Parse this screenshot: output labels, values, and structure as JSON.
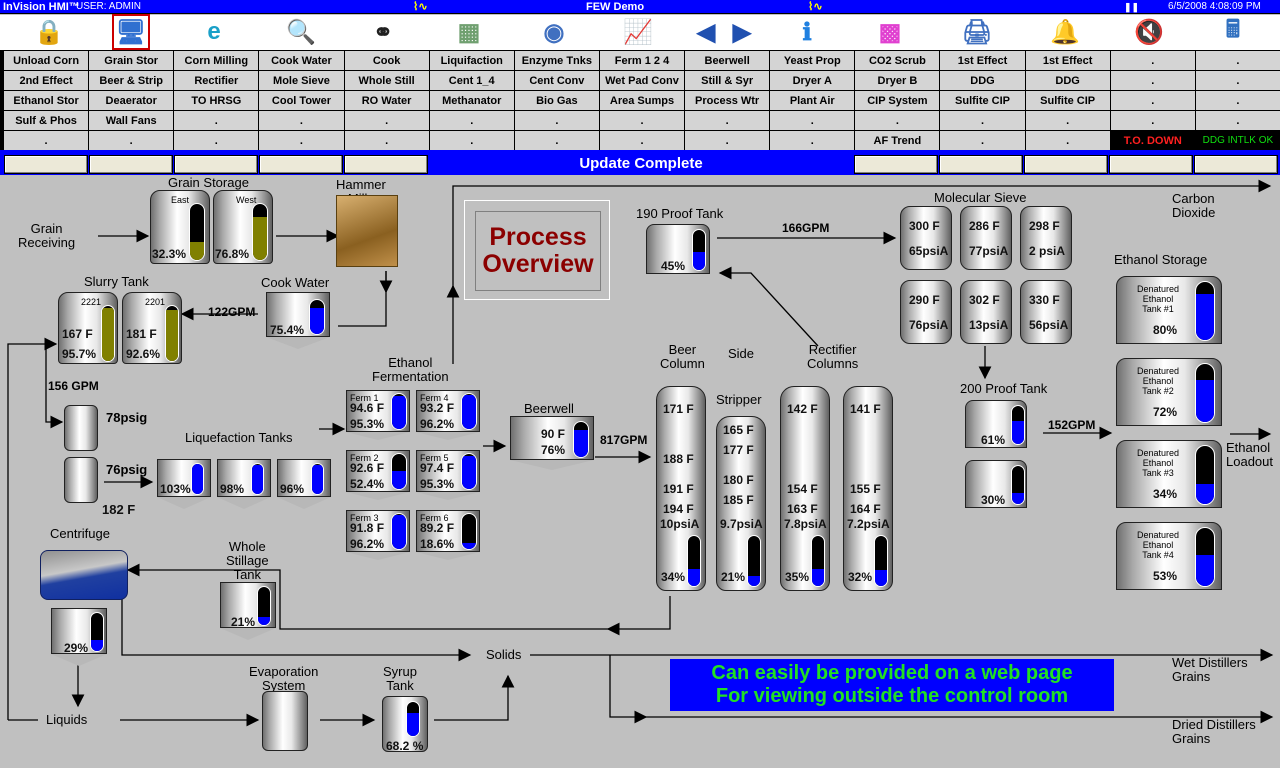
{
  "titlebar": {
    "app": "InVision HMI™",
    "user": "USER:  ADMIN",
    "title": "FEW Demo",
    "datetime": "6/5/2008 4:08:09 PM",
    "pause_icon": "pause-icon"
  },
  "toolbar_icons": [
    "lock-icon",
    "workstation-icon",
    "ie-browser-icon",
    "search-document-icon",
    "binoculars-icon",
    "window-grid-icon",
    "gauges-icon",
    "trend-chart-icon",
    "back-arrow-icon",
    "forward-arrow-icon",
    "info-icon",
    "color-grid-icon",
    "printer-icon",
    "alarm-bell-icon",
    "mute-sound-icon",
    "calculator-icon"
  ],
  "nav_grid": [
    [
      "Unload Corn",
      "Grain Stor",
      "Corn Milling",
      "Cook Water",
      "Cook",
      "Liquifaction",
      "Enzyme Tnks",
      "Ferm 1 2 4",
      "Beerwell",
      "Yeast Prop",
      "CO2 Scrub",
      "1st Effect",
      "1st Effect",
      ".",
      "."
    ],
    [
      "2nd Effect",
      "Beer & Strip",
      "Rectifier",
      "Mole Sieve",
      "Whole Still",
      "Cent 1_4",
      "Cent Conv",
      "Wet Pad Conv",
      "Still & Syr",
      "Dryer A",
      "Dryer B",
      "DDG",
      "DDG",
      ".",
      "."
    ],
    [
      "Ethanol Stor",
      "Deaerator",
      "TO HRSG",
      "Cool Tower",
      "RO Water",
      "Methanator",
      "Bio Gas",
      "Area Sumps",
      "Process Wtr",
      "Plant Air",
      "CIP System",
      "Sulfite CIP",
      "Sulfite CIP",
      ".",
      "."
    ],
    [
      "Sulf & Phos",
      "Wall Fans",
      ".",
      ".",
      ".",
      ".",
      ".",
      ".",
      ".",
      ".",
      ".",
      ".",
      ".",
      ".",
      "."
    ],
    [
      ".",
      ".",
      ".",
      ".",
      ".",
      ".",
      ".",
      ".",
      ".",
      ".",
      "AF Trend",
      ".",
      ".",
      "T.O. DOWN",
      "DDG INTLK OK"
    ]
  ],
  "status": {
    "message": "Update Complete"
  },
  "colors": {
    "accent": "#0000ff",
    "level_blue": "#0000ff",
    "level_olive": "#808000",
    "temp_teal": "#004a4a",
    "title_red": "#8b0000",
    "banner_text": "#22e022"
  },
  "process": {
    "title_line1": "Process",
    "title_line2": "Overview",
    "labels": {
      "grain_receiving": "Grain\nReceiving",
      "grain_storage": "Grain Storage",
      "hammer_mills": "Hammer\nMills",
      "slurry_tank": "Slurry Tank",
      "cook_water": "Cook Water",
      "ethanol_fermentation": "Ethanol\nFermentation",
      "liquefaction_tanks": "Liquefaction Tanks",
      "centrifuge": "Centrifuge",
      "whole_stillage": "Whole\nStillage\nTank",
      "beerwell": "Beerwell",
      "beer_column": "Beer\nColumn",
      "side": "Side",
      "stripper": "Stripper",
      "rectifier_columns": "Rectifier\nColumns",
      "proof190": "190 Proof Tank",
      "mol_sieve": "Molecular Sieve",
      "carbon_dioxide": "Carbon\nDioxide",
      "ethanol_storage": "Ethanol Storage",
      "proof200": "200 Proof Tank",
      "ethanol_loadout": "Ethanol\nLoadout",
      "evaporation": "Evaporation\nSystem",
      "syrup_tank": "Syrup\nTank",
      "solids": "Solids",
      "liquids": "Liquids",
      "wdg": "Wet Distillers\nGrains",
      "ddg": "Dried Distillers\nGrains"
    },
    "flows": {
      "cook_to_slurry": "122GPM",
      "slurry_out": "156 GPM",
      "beerwell_out": "817GPM",
      "proof190_out": "166GPM",
      "proof200_out": "152GPM"
    },
    "grain_storage": [
      {
        "name": "East",
        "level": 32.3,
        "text": "32.3%"
      },
      {
        "name": "West",
        "level": 76.8,
        "text": "76.8%"
      }
    ],
    "slurry": [
      {
        "name": "2221",
        "temp": "167 F",
        "level": 95.7,
        "text": "95.7%"
      },
      {
        "name": "2201",
        "temp": "181 F",
        "level": 92.6,
        "text": "92.6%"
      }
    ],
    "cook_water": {
      "level": 75.4,
      "text": "75.4%"
    },
    "jet_cookers": {
      "top": "78psig",
      "bottom": "76psig",
      "temp": "182 F"
    },
    "liquefaction": [
      {
        "level": 100,
        "text": "103%"
      },
      {
        "level": 98,
        "text": "98%"
      },
      {
        "level": 96,
        "text": "96%"
      }
    ],
    "fermenters": [
      {
        "name": "Ferm 1",
        "temp": "94.6 F",
        "level": 95.3,
        "text": "95.3%"
      },
      {
        "name": "Ferm 4",
        "temp": "93.2 F",
        "level": 96.2,
        "text": "96.2%"
      },
      {
        "name": "Ferm 2",
        "temp": "92.6 F",
        "level": 52.4,
        "text": "52.4%"
      },
      {
        "name": "Ferm 5",
        "temp": "97.4 F",
        "level": 95.3,
        "text": "95.3%"
      },
      {
        "name": "Ferm 3",
        "temp": "91.8 F",
        "level": 96.2,
        "text": "96.2%"
      },
      {
        "name": "Ferm 6",
        "temp": "89.2 F",
        "level": 18.6,
        "text": "18.6%"
      }
    ],
    "beerwell": {
      "temp": "90 F",
      "level": 76,
      "text": "76%"
    },
    "columns": [
      {
        "name": "beer-column",
        "temps": [
          "171 F",
          "188 F",
          "191 F",
          "194 F"
        ],
        "pressure": "10psiA",
        "level": 34,
        "text": "34%"
      },
      {
        "name": "side-stripper",
        "temps": [
          "165 F",
          "177 F",
          "180 F",
          "185 F"
        ],
        "pressure": "9.7psiA",
        "level": 21,
        "text": "21%"
      },
      {
        "name": "rectifier-1",
        "temps": [
          "142 F",
          "154 F",
          "163 F"
        ],
        "pressure": "7.8psiA",
        "level": 35,
        "text": "35%"
      },
      {
        "name": "rectifier-2",
        "temps": [
          "141 F",
          "155 F",
          "164 F"
        ],
        "pressure": "7.2psiA",
        "level": 32,
        "text": "32%"
      }
    ],
    "proof190": {
      "level": 45,
      "text": "45%"
    },
    "mol_sieves": [
      {
        "temp": "300 F",
        "pressure": "65psiA"
      },
      {
        "temp": "286 F",
        "pressure": "77psiA"
      },
      {
        "temp": "298 F",
        "pressure": "2 psiA"
      },
      {
        "temp": "290 F",
        "pressure": "76psiA"
      },
      {
        "temp": "302 F",
        "pressure": "13psiA"
      },
      {
        "temp": "330 F",
        "pressure": "56psiA"
      }
    ],
    "proof200": [
      {
        "level": 61,
        "text": "61%"
      },
      {
        "level": 30,
        "text": "30%"
      }
    ],
    "ethanol_tanks": [
      {
        "name": "Denatured\nEthanol\nTank #1",
        "level": 80,
        "text": "80%"
      },
      {
        "name": "Denatured\nEthanol\nTank #2",
        "level": 72,
        "text": "72%"
      },
      {
        "name": "Denatured\nEthanol\nTank #3",
        "level": 34,
        "text": "34%"
      },
      {
        "name": "Denatured\nEthanol\nTank #4",
        "level": 53,
        "text": "53%"
      }
    ],
    "whole_stillage": {
      "level": 21,
      "text": "21%"
    },
    "centrifuge_tank": {
      "level": 29,
      "text": "29%"
    },
    "syrup_tank": {
      "level": 68.2,
      "text": "68.2 %"
    }
  },
  "banner": {
    "line1": "Can easily be provided on a web page",
    "line2": "For viewing outside the control room"
  }
}
